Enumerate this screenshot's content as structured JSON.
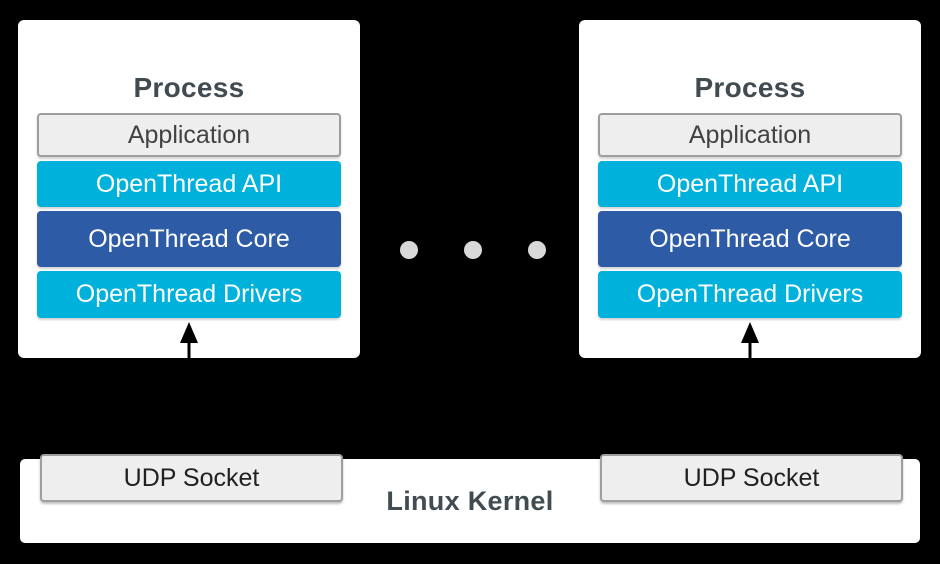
{
  "colors": {
    "page_bg": "#000000",
    "card_bg": "#ffffff",
    "cyan": "#00b1dc",
    "blue": "#2e5ba6",
    "gray_fill": "#eeeeee",
    "gray_border": "#9e9e9e",
    "title_text": "#414b52",
    "dark_text": "#424242",
    "white_text": "#ffffff",
    "dot": "#d9d9d9",
    "arrow": "#000000"
  },
  "processes": [
    {
      "title": "Process",
      "layers": [
        {
          "label": "Application"
        },
        {
          "label": "OpenThread API"
        },
        {
          "label": "OpenThread Core"
        },
        {
          "label": "OpenThread Drivers"
        }
      ]
    },
    {
      "title": "Process",
      "layers": [
        {
          "label": "Application"
        },
        {
          "label": "OpenThread API"
        },
        {
          "label": "OpenThread Core"
        },
        {
          "label": "OpenThread Drivers"
        }
      ]
    }
  ],
  "ellipsis_dot_count": 3,
  "kernel": {
    "label": "Linux Kernel",
    "sockets": [
      {
        "label": "UDP Socket"
      },
      {
        "label": "UDP Socket"
      }
    ]
  }
}
